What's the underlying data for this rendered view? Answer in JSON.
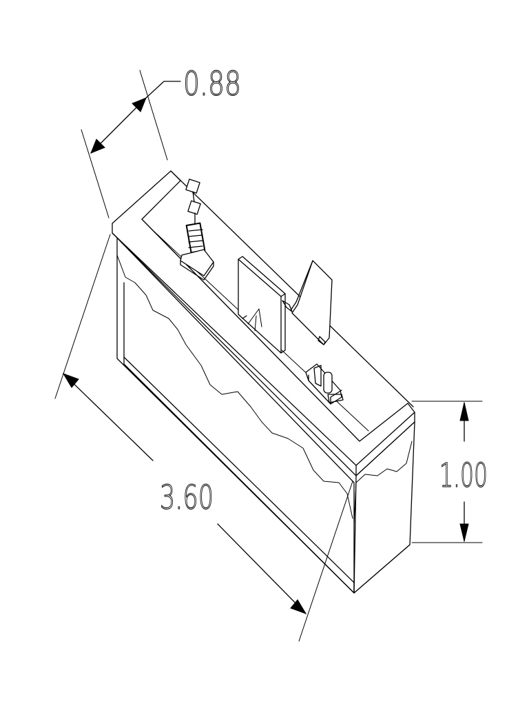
{
  "dimensions": {
    "depth": "0.88",
    "length": "3.60",
    "height": "1.00"
  }
}
